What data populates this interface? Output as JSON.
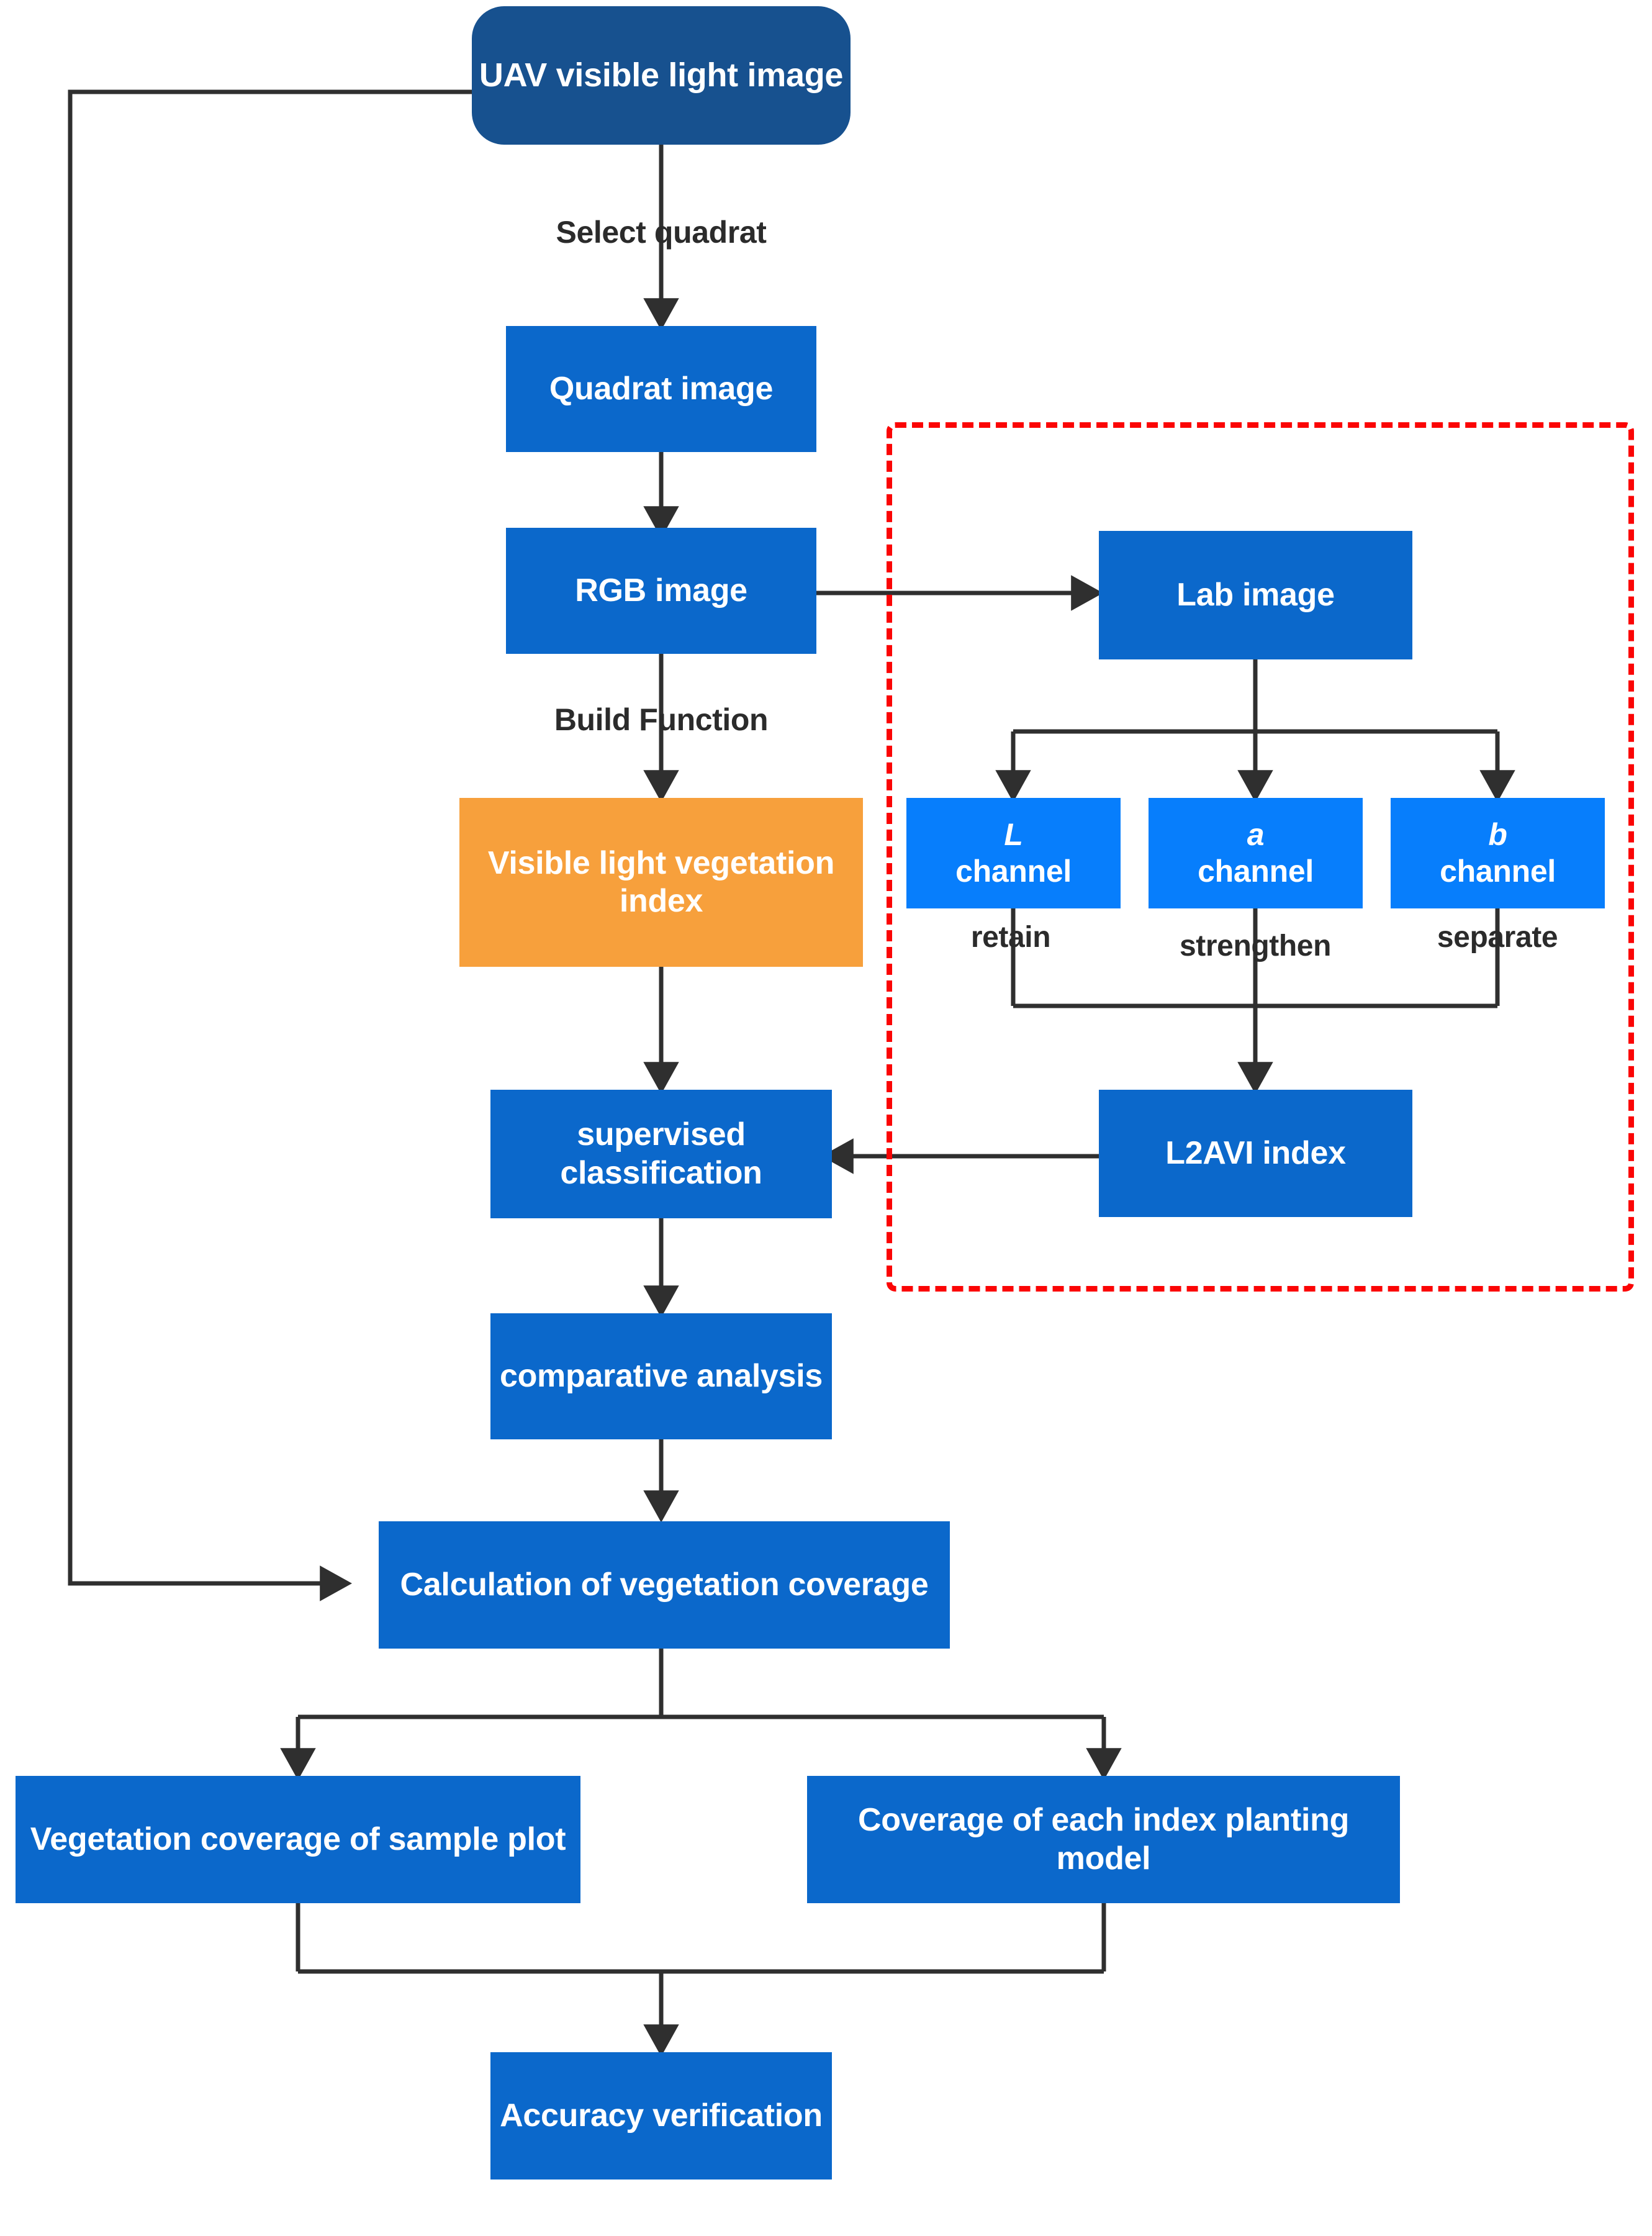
{
  "diagram": {
    "title": "UAV visible light vegetation coverage extraction workflow",
    "type": "flowchart",
    "background_color": "#ffffff",
    "colors": {
      "dark_blue": "#17518f",
      "blue": "#0b68cb",
      "bright_blue": "#077efc",
      "orange": "#f7a03c",
      "connector": "#2f2f2f",
      "dashed_group": "#fb0505",
      "node_text": "#ffffff",
      "label_text": "#2b2b2b"
    }
  },
  "nodes": {
    "uav_image": "UAV visible light image",
    "quadrat_image": "Quadrat image",
    "rgb_image": "RGB image",
    "visible_light_vegetation_index": "Visible light vegetation index",
    "supervised_classification": "supervised classification",
    "comparative_analysis": "comparative analysis",
    "calculation_of_vegetation_coverage": "Calculation of vegetation coverage",
    "vegetation_coverage_of_sample_plot": "Vegetation coverage of sample plot",
    "coverage_of_each_index_planting_model": "Coverage of each index planting model",
    "accuracy_verification": "Accuracy verification",
    "lab_image": "Lab image",
    "l_channel_symbol": "L",
    "l_channel_word": "channel",
    "a_channel_symbol": "a",
    "a_channel_word": "channel",
    "b_channel_symbol": "b",
    "b_channel_word": "channel",
    "l2avi_index": "L2AVI index"
  },
  "edge_labels": {
    "select_quadrat": "Select quadrat",
    "build_function": "Build Function",
    "retain": "retain",
    "strengthen": "strengthen",
    "separate": "separate"
  }
}
